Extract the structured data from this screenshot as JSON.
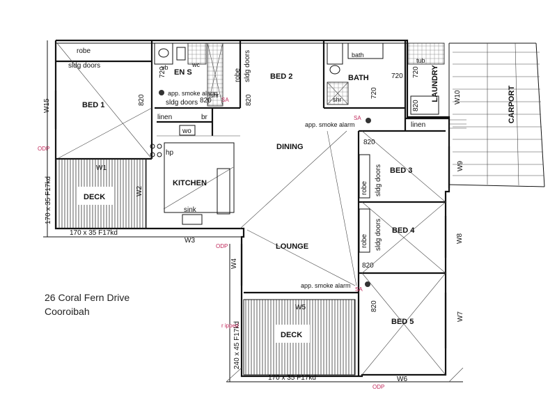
{
  "address": {
    "line1": "26 Coral Fern Drive",
    "line2": "Cooroibah"
  },
  "rooms": {
    "bed1": "BED 1",
    "bed2": "BED 2",
    "bed3": "BED 3",
    "bed4": "BED 4",
    "bed5": "BED 5",
    "ens": "EN S",
    "bath": "BATH",
    "laundry": "LAUNDRY",
    "carport": "CARPORT",
    "dining": "DINING",
    "kitchen": "KITCHEN",
    "lounge": "LOUNGE",
    "deck_left": "DECK",
    "deck_bottom": "DECK"
  },
  "labels": {
    "robe": "robe",
    "sldg_doors": "sldg doors",
    "linen": "linen",
    "wo": "wo",
    "br": "br",
    "hp": "hp",
    "sink": "sink",
    "vb": "vb",
    "wc": "wc",
    "shr": "shr",
    "bath": "bath",
    "tub": "tub",
    "d820": "820",
    "d720": "720",
    "smoke_alarm": "app. smoke alarm"
  },
  "windows": {
    "w1": "W1",
    "w2": "W2",
    "w3": "W3",
    "w4": "W4",
    "w5": "W5",
    "w6": "W6",
    "w7": "W7",
    "w8": "W8",
    "w9": "W9",
    "w10": "W10",
    "w15": "W15"
  },
  "dimensions": {
    "deck_left_v": "170 x 35 F17kd",
    "deck_left_h": "170 x 35 F17kd",
    "deck_bottom_v": "240 x 45 F17kd",
    "deck_bottom_h": "170 x 35 F17kd"
  },
  "annotations": {
    "odp": "ODP",
    "sa": "SA",
    "ripped": "r ipped"
  },
  "colors": {
    "line": "#111111",
    "annotation": "#c0285a",
    "background": "#ffffff"
  }
}
